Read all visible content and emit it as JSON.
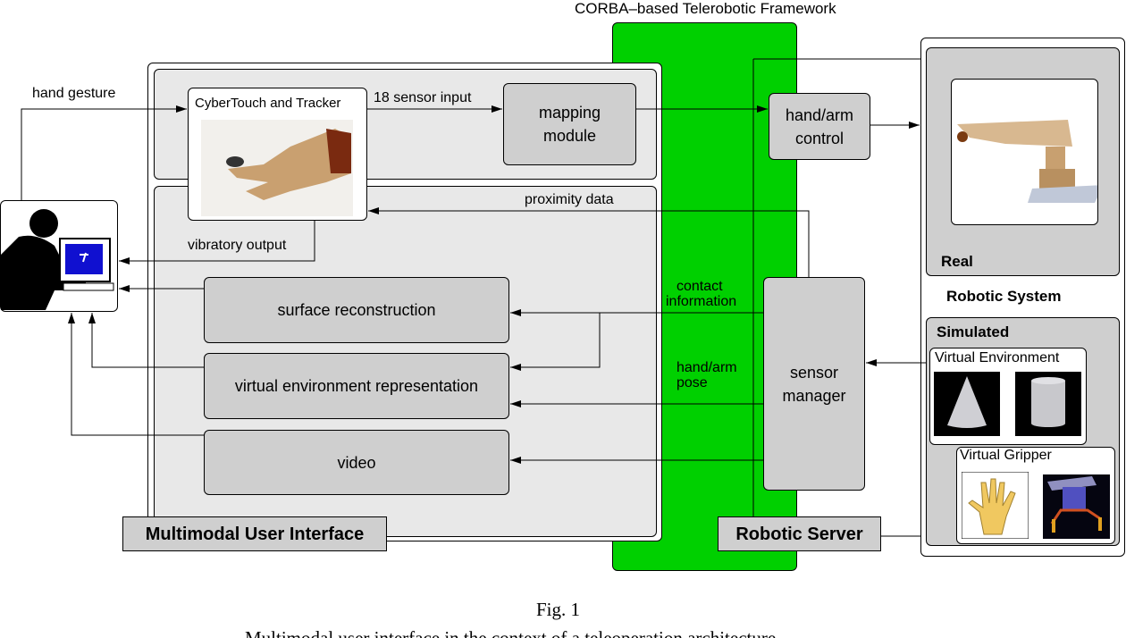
{
  "framework_title": "CORBA–based Telerobotic Framework",
  "colors": {
    "framework": "#00d000",
    "box_gray": "#cfcfcf",
    "panel_light": "#e8e8e8"
  },
  "mui": {
    "label": "Multimodal User Interface",
    "cybertouch": "CyberTouch and Tracker",
    "mapping": [
      "mapping",
      "module"
    ],
    "surface": "surface reconstruction",
    "ver": "virtual environment representation",
    "video": "video"
  },
  "server": {
    "label": "Robotic Server",
    "hand_arm_control": [
      "hand/arm",
      "control"
    ],
    "sensor_manager": [
      "sensor",
      "manager"
    ]
  },
  "robotic_system": {
    "label": "Robotic System",
    "real": "Real",
    "simulated": "Simulated",
    "virtual_environment": "Virtual Environment",
    "virtual_gripper": "Virtual Gripper"
  },
  "signals": {
    "hand_gesture": "hand gesture",
    "sensor_input": "18 sensor input",
    "vibratory": "vibratory output",
    "proximity": "proximity data",
    "contact": [
      "contact",
      "information"
    ],
    "pose": [
      "hand/arm",
      "pose"
    ]
  },
  "caption": {
    "fig": "Fig. 1",
    "text": "Multimodal user interface in the context of a teleoperation architecture"
  }
}
